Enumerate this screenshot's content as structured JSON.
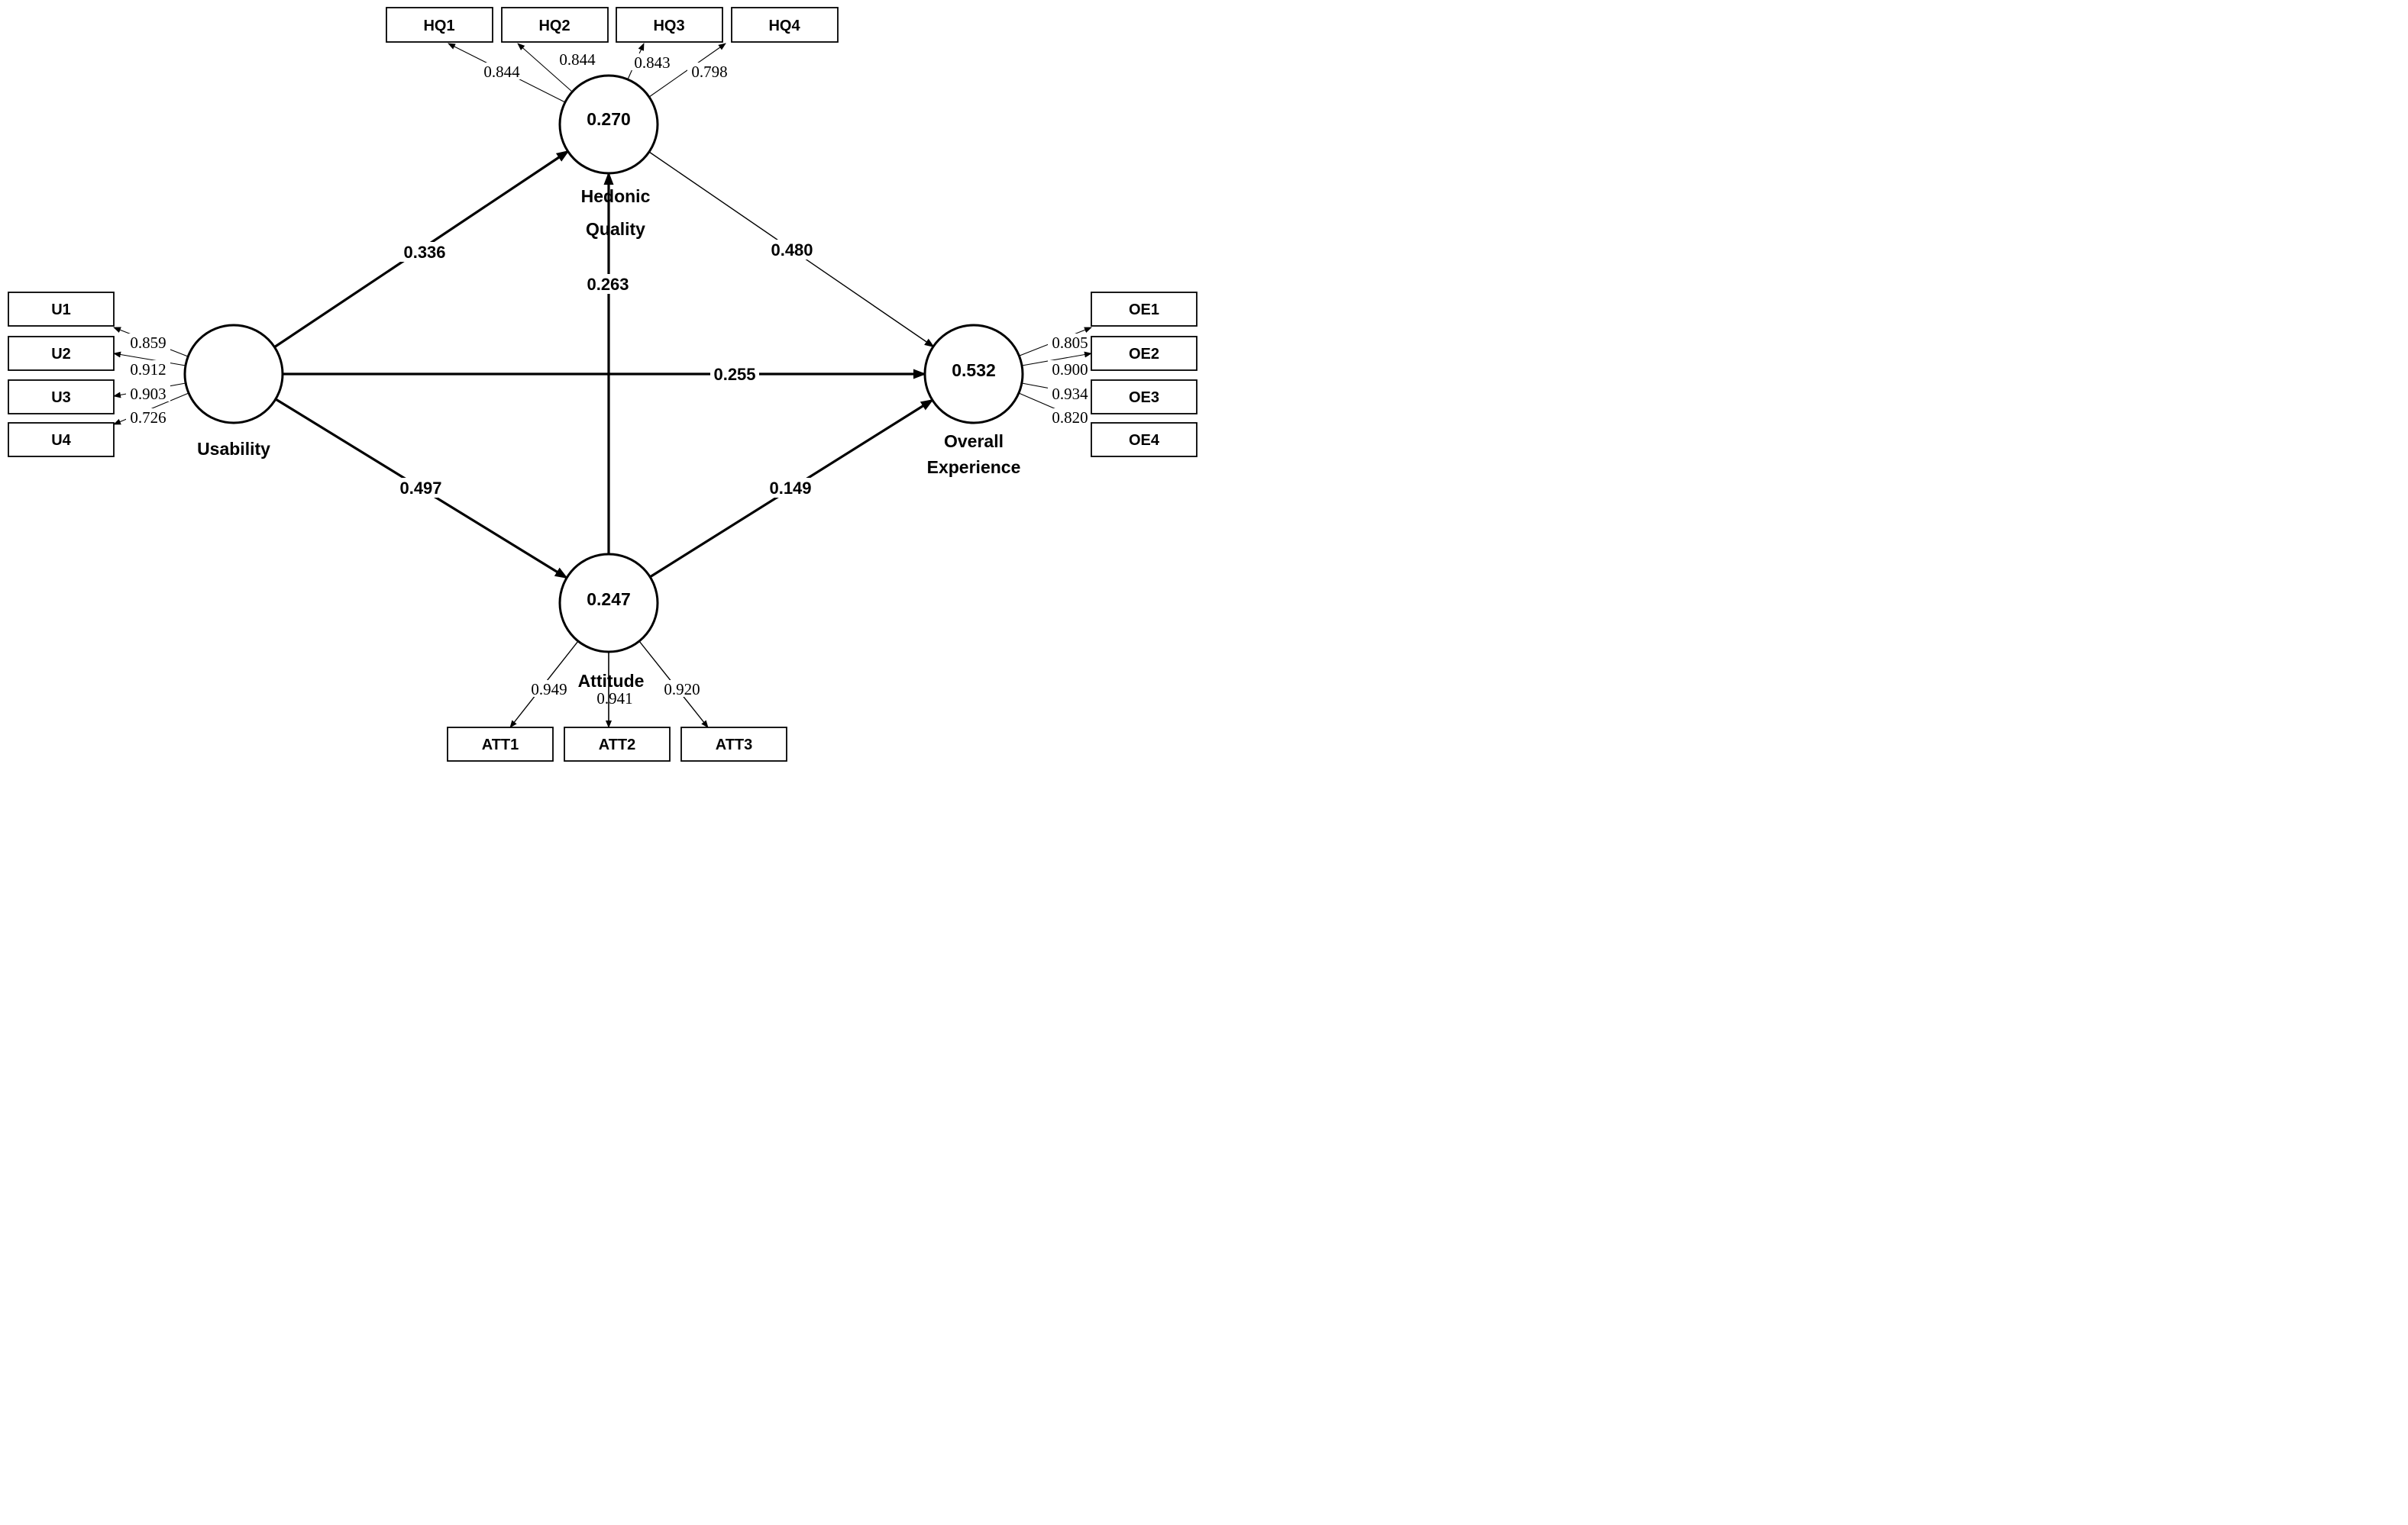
{
  "diagram": {
    "title": "PLS structural model: effects of Usability, Hedonic Quality and Attitude on Overall Experience",
    "colors": {
      "background": "#ffffff",
      "line": "#000000",
      "text": "#000000"
    },
    "constructs": {
      "usability": {
        "label": "Usability"
      },
      "hedonic_quality": {
        "label_line1": "Hedonic",
        "label_line2": "Quality",
        "r2": "0.270"
      },
      "attitude": {
        "label": "Attitude",
        "r2": "0.247"
      },
      "overall_experience": {
        "label_line1": "Overall",
        "label_line2": "Experience",
        "r2": "0.532"
      }
    },
    "indicators": {
      "usability": [
        {
          "name": "U1",
          "loading": "0.859"
        },
        {
          "name": "U2",
          "loading": "0.912"
        },
        {
          "name": "U3",
          "loading": "0.903"
        },
        {
          "name": "U4",
          "loading": "0.726"
        }
      ],
      "hedonic_quality": [
        {
          "name": "HQ1",
          "loading": "0.844"
        },
        {
          "name": "HQ2",
          "loading": "0.844"
        },
        {
          "name": "HQ3",
          "loading": "0.843"
        },
        {
          "name": "HQ4",
          "loading": "0.798"
        }
      ],
      "overall_experience": [
        {
          "name": "OE1",
          "loading": "0.805"
        },
        {
          "name": "OE2",
          "loading": "0.900"
        },
        {
          "name": "OE3",
          "loading": "0.934"
        },
        {
          "name": "OE4",
          "loading": "0.820"
        }
      ],
      "attitude": [
        {
          "name": "ATT1",
          "loading": "0.949"
        },
        {
          "name": "ATT2",
          "loading": "0.941"
        },
        {
          "name": "ATT3",
          "loading": "0.920"
        }
      ]
    },
    "paths": {
      "usability_to_hedonic": "0.336",
      "usability_to_overall": "0.255",
      "usability_to_attitude": "0.497",
      "attitude_to_hedonic": "0.263",
      "hedonic_to_overall": "0.480",
      "attitude_to_overall": "0.149"
    }
  }
}
